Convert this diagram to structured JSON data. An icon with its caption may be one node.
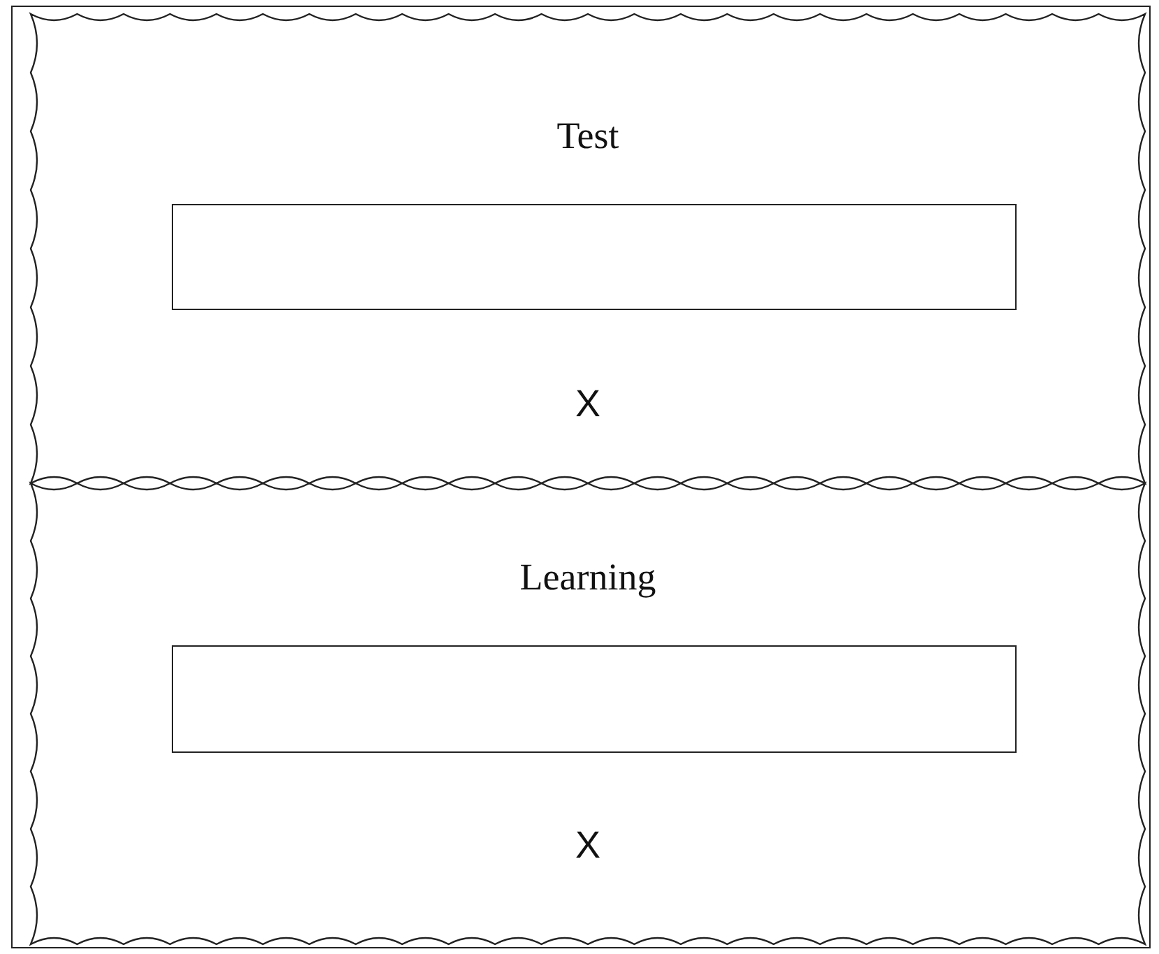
{
  "diagram": {
    "nodes": [
      {
        "text": [
          "Test",
          "X"
        ]
      },
      {
        "text": [],
        "shape": "box",
        "in": 0
      },
      {
        "text": [
          "Learning",
          "X"
        ]
      },
      {
        "text": [],
        "shape": "box",
        "in": 2
      }
    ],
    "edges": []
  }
}
